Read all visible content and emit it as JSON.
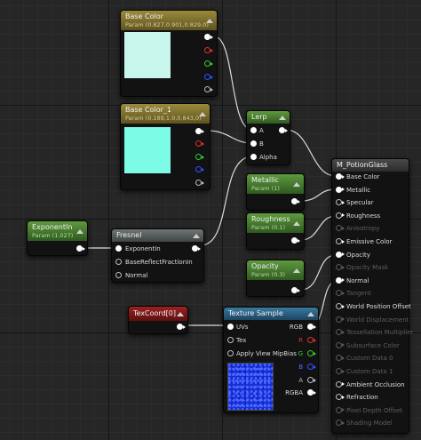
{
  "nodes": {
    "base_color": {
      "title": "Base Color",
      "subtitle": "Param (0.827,0.901,0.829,0)",
      "swatch_color": "#c8f6ec"
    },
    "base_color_1": {
      "title": "Base Color_1",
      "subtitle": "Param (0.189,1.0,0.843,0)",
      "swatch_color": "#7cfce6"
    },
    "lerp": {
      "title": "Lerp",
      "pins": [
        "A",
        "B",
        "Alpha"
      ]
    },
    "metallic": {
      "title": "Metallic",
      "subtitle": "Param (1)"
    },
    "roughness": {
      "title": "Roughness",
      "subtitle": "Param (0.1)"
    },
    "opacity": {
      "title": "Opacity",
      "subtitle": "Param (0.3)"
    },
    "exponentin": {
      "title": "ExponentIn",
      "subtitle": "Param (1.027)"
    },
    "fresnel": {
      "title": "Fresnel",
      "pins": [
        "ExponentIn",
        "BaseReflectFractionIn",
        "Normal"
      ]
    },
    "texcoord": {
      "title": "TexCoord[0]"
    },
    "texture_sample": {
      "title": "Texture Sample",
      "inputs": [
        "UVs",
        "Tex",
        "Apply View MipBias"
      ],
      "outputs": [
        "RGB",
        "R",
        "G",
        "B",
        "A",
        "RGBA"
      ]
    },
    "material": {
      "title": "M_PotionGlass",
      "pins": [
        "Base Color",
        "Metallic",
        "Specular",
        "Roughness",
        "Anisotropy",
        "Emissive Color",
        "Opacity",
        "Opacity Mask",
        "Normal",
        "Tangent",
        "World Position Offset",
        "World Displacement",
        "Tessellation Multiplier",
        "Subsurface Color",
        "Custom Data 0",
        "Custom Data 1",
        "Ambient Occlusion",
        "Refraction",
        "Pixel Depth Offset",
        "Shading Model"
      ]
    }
  },
  "colors": {
    "wire": "#dcdcdc",
    "param_header": "#9a8a3c",
    "scalar_header": "#5e9a3e",
    "texcoord_header": "#9a2220",
    "texture_header": "#3a7aa0",
    "texture_preview": "#1a2fd8"
  }
}
